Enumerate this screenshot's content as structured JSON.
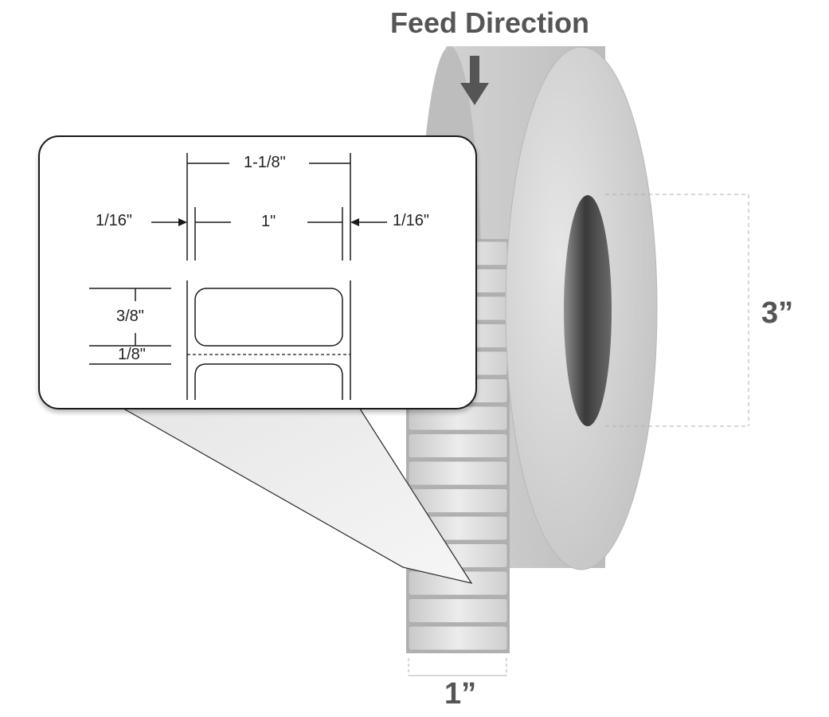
{
  "diagram": {
    "feed_direction": "Feed Direction",
    "core_diameter": "3”",
    "label_width": "1”"
  },
  "callout": {
    "overall_width": "1-1/8\"",
    "left_margin": "1/16\"",
    "label_width": "1\"",
    "right_margin": "1/16\"",
    "label_height": "3/8\"",
    "gap": "1/8\""
  },
  "colors": {
    "text_gray": "#555555",
    "roll_gray": "#c8c8c8",
    "core_dark": "#444444",
    "outline": "#1a1a1a"
  }
}
